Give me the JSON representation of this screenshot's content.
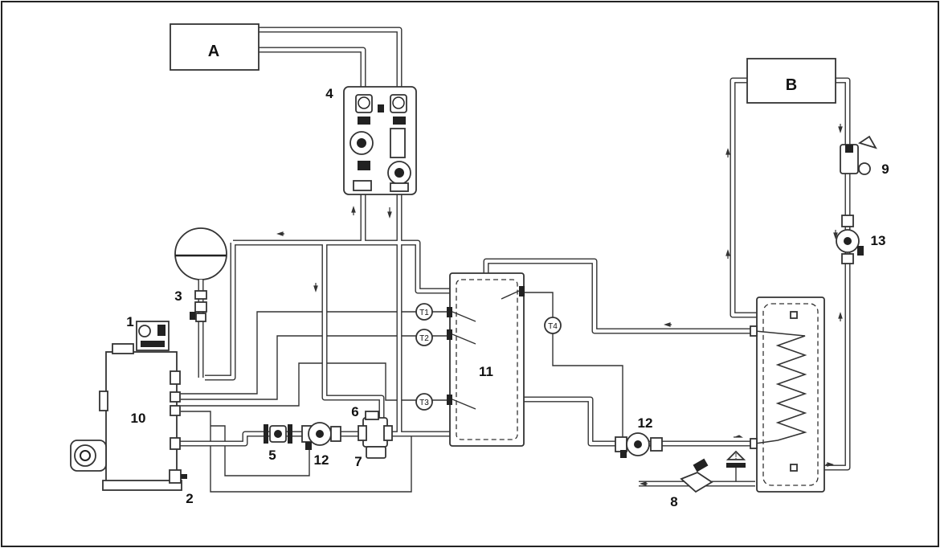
{
  "labels": {
    "unit_a": "A",
    "unit_b": "B",
    "c1": "1",
    "c2": "2",
    "c3": "3",
    "c4": "4",
    "c5": "5",
    "c6": "6",
    "c7": "7",
    "c8": "8",
    "c9": "9",
    "c10": "10",
    "c11": "11",
    "c12a": "12",
    "c12b": "12",
    "c13": "13",
    "t1": "T1",
    "t2": "T2",
    "t3": "T3",
    "t4": "T4"
  }
}
